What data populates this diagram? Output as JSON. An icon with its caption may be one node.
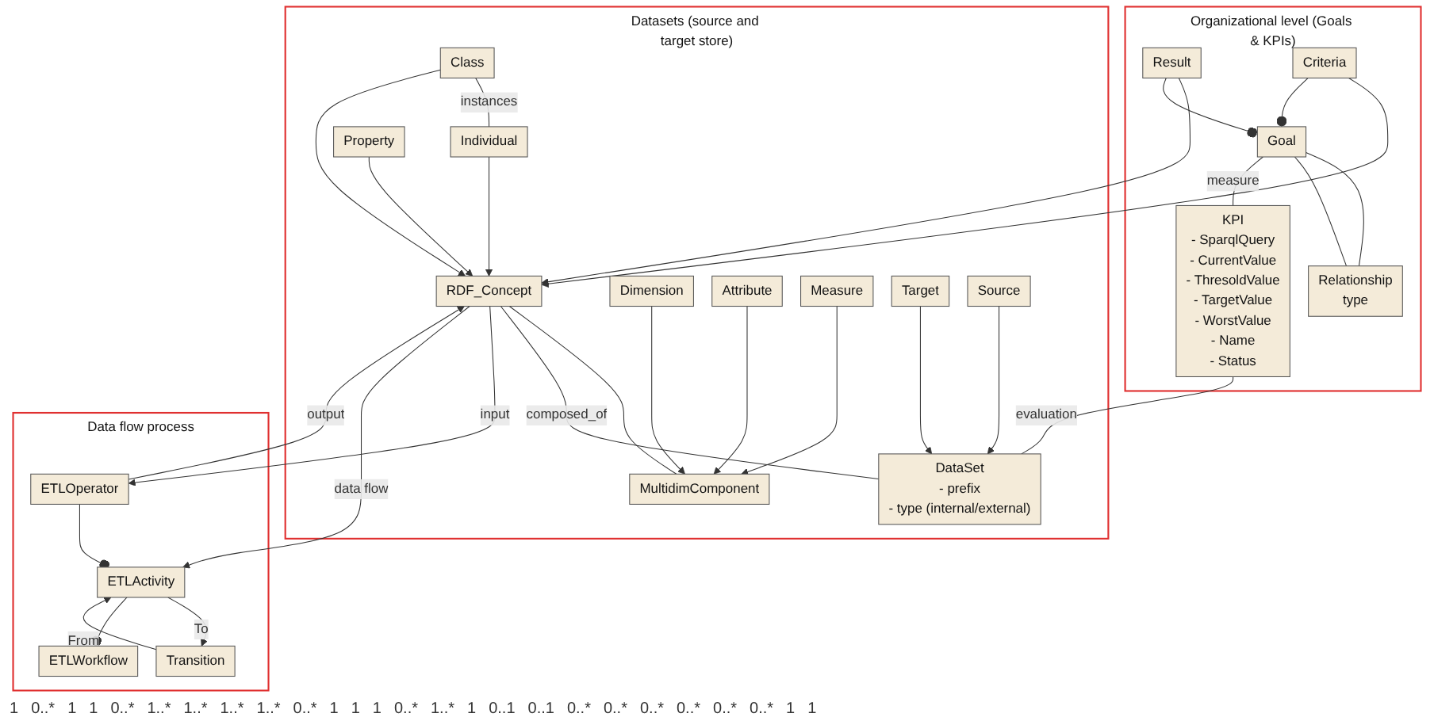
{
  "diagram": {
    "nodes": [
      {
        "text": [
          "Datasets (source and target store)"
        ]
      },
      {
        "text": [
          "Individual"
        ],
        "in": 0
      },
      {
        "text": [
          "Class"
        ],
        "in": 0
      },
      {
        "text": [
          "Property"
        ],
        "in": 0
      },
      {
        "text": [
          "RDF_Concept"
        ],
        "in": 0
      },
      {
        "text": [
          "Dimension"
        ],
        "in": 0
      },
      {
        "text": [
          "Attribute"
        ],
        "in": 0
      },
      {
        "text": [
          "Measure"
        ],
        "in": 0
      },
      {
        "text": [
          "MultidimComponent"
        ],
        "in": 0
      },
      {
        "text": [
          "DataSet",
          "- prefix",
          "- type (internal/external)"
        ],
        "in": 0
      },
      {
        "text": [
          "Target"
        ],
        "in": 0
      },
      {
        "text": [
          "Source"
        ],
        "in": 0
      },
      {
        "text": [
          "Organizational level (Goals & KPIs)"
        ]
      },
      {
        "text": [
          "Result"
        ],
        "in": 12
      },
      {
        "text": [
          "Goal"
        ],
        "in": 12
      },
      {
        "text": [
          "Relationship",
          "type"
        ],
        "in": 12
      },
      {
        "text": [
          "Criteria"
        ],
        "in": 12
      },
      {
        "text": [
          "KPI",
          "- SparqlQuery",
          "- CurrentValue",
          "- ThresoldValue",
          "- TargetValue",
          "- WorstValue",
          "- Name",
          "- Status"
        ],
        "in": 12
      },
      {
        "text": [
          "Data flow process"
        ]
      },
      {
        "text": [
          "ETLOperator"
        ],
        "in": 18
      },
      {
        "text": [
          "Transition"
        ],
        "in": 18
      },
      {
        "text": [
          "ETLWorkflow"
        ],
        "in": 18
      },
      {
        "text": [
          "ETLActivity"
        ],
        "in": 18
      }
    ],
    "edges": [
      {
        "from": 2,
        "to": 1,
        "arrow": "none",
        "label": "instances"
      },
      {
        "from": 2,
        "to": 4,
        "arrow": "to"
      },
      {
        "from": 1,
        "to": 4,
        "arrow": "to"
      },
      {
        "from": 3,
        "to": 4,
        "arrow": "to"
      },
      {
        "from": 4,
        "to": 8,
        "arrow": "none"
      },
      {
        "from": 4,
        "to": 9,
        "arrow": "none",
        "label": "composed_of"
      },
      {
        "from": 5,
        "to": 8,
        "arrow": "to"
      },
      {
        "from": 6,
        "to": 8,
        "arrow": "to"
      },
      {
        "from": 7,
        "to": 8,
        "arrow": "to"
      },
      {
        "from": 10,
        "to": 9,
        "arrow": "to"
      },
      {
        "from": 11,
        "to": 9,
        "arrow": "to"
      },
      {
        "from": 13,
        "to": 4,
        "arrow": "to"
      },
      {
        "from": 16,
        "to": 4,
        "arrow": "to"
      },
      {
        "from": 13,
        "to": 14,
        "arrow": "other"
      },
      {
        "from": 16,
        "to": 14,
        "arrow": "other"
      },
      {
        "from": 14,
        "to": 15,
        "arrow": "none"
      },
      {
        "from": 14,
        "to": 15,
        "arrow": "none"
      },
      {
        "from": 14,
        "to": 17,
        "arrow": "none",
        "label": "measure"
      },
      {
        "from": 19,
        "to": 4,
        "arrow": "to",
        "label": "output"
      },
      {
        "from": 4,
        "to": 19,
        "arrow": "to",
        "label": "input"
      },
      {
        "from": 4,
        "to": 22,
        "arrow": "to",
        "label": "data flow"
      },
      {
        "from": 19,
        "to": 22,
        "arrow": "other"
      },
      {
        "from": 22,
        "to": 20,
        "arrow": "to",
        "label": "To"
      },
      {
        "from": 20,
        "to": 22,
        "arrow": "to",
        "label": "From"
      },
      {
        "from": 22,
        "to": 21,
        "arrow": "other"
      },
      {
        "from": 17,
        "to": 9,
        "arrow": "none",
        "label": "evaluation"
      }
    ],
    "labels": [
      "1",
      "0..*",
      "1",
      "1",
      "0..*",
      "1..*",
      "1..*",
      "1..*",
      "1..*",
      "0..*",
      "1",
      "1",
      "1",
      "0..*",
      "1..*",
      "1",
      "0..1",
      "0..1",
      "0..*",
      "0..*",
      "0..*",
      "0..*",
      "0..*",
      "0..*",
      "1",
      "1"
    ]
  }
}
